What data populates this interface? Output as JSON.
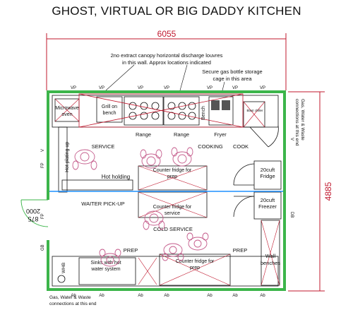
{
  "title": "GHOST, VIRTUAL OR BIG DADDY KITCHEN",
  "dimensions": {
    "width": "6055",
    "height": "4885"
  },
  "notes": {
    "canopy_line1": "2no extract canopy horizontal discharge louvres",
    "canopy_line2": "in this wall. Approx locations indicated",
    "gas_line1": "Secure gas bottle storage",
    "gas_line2": "cage in this area",
    "services_right_line1": "Gas, Water & Waste",
    "services_right_line2": "connections at this end",
    "services_bottom_line1": "Gas, Water & Waste",
    "services_bottom_line2": "connections at this end"
  },
  "equipment": {
    "microwave_line1": "Microwave",
    "microwave_line2": "oven",
    "grill_line1": "Grill on",
    "grill_line2": "bench",
    "range1": "Range",
    "range2": "Range",
    "bench": "Bench",
    "fryer": "Fryer",
    "blast_chiller": "Blast chiller",
    "hot_holding": "Hot holding",
    "counter_fridge_prep_line1": "Counter fridge for",
    "counter_fridge_prep_line2": "prep",
    "counter_fridge_service_line1": "Counter fridge for",
    "counter_fridge_service_line2": "service",
    "fridge_line1": "20cuft",
    "fridge_line2": "Fridge",
    "freezer_line1": "20cuft",
    "freezer_line2": "Freezer",
    "sinks_line1": "Sinks with hot",
    "sinks_line2": "water system",
    "counter_fridge_prep2_line1": "Counter fridge for",
    "counter_fridge_prep2_line2": "prep",
    "wall_benches_line1": "Wall",
    "wall_benches_line2": "benches",
    "whb": "WHB",
    "hot_plating_up": "Hot plating up"
  },
  "zones": {
    "service": "SERVICE",
    "cooking": "COOKING",
    "cook": "COOK",
    "waiter_pickup": "WAITER PICK-UP",
    "cold_service": "COLD SERVICE",
    "prep_left": "PREP",
    "prep_right": "PREP"
  },
  "door": {
    "line1": "875",
    "line2": "2000"
  },
  "wall_marks": {
    "vp": "VP",
    "v": "V",
    "ab": "Ab",
    "fp": "FP",
    "gb": "GB",
    "db": "DB"
  },
  "colors": {
    "wall": "#3cb54a",
    "dimension": "#c0182e",
    "annotation": "#c45a8a",
    "divider": "#1e90ff"
  }
}
